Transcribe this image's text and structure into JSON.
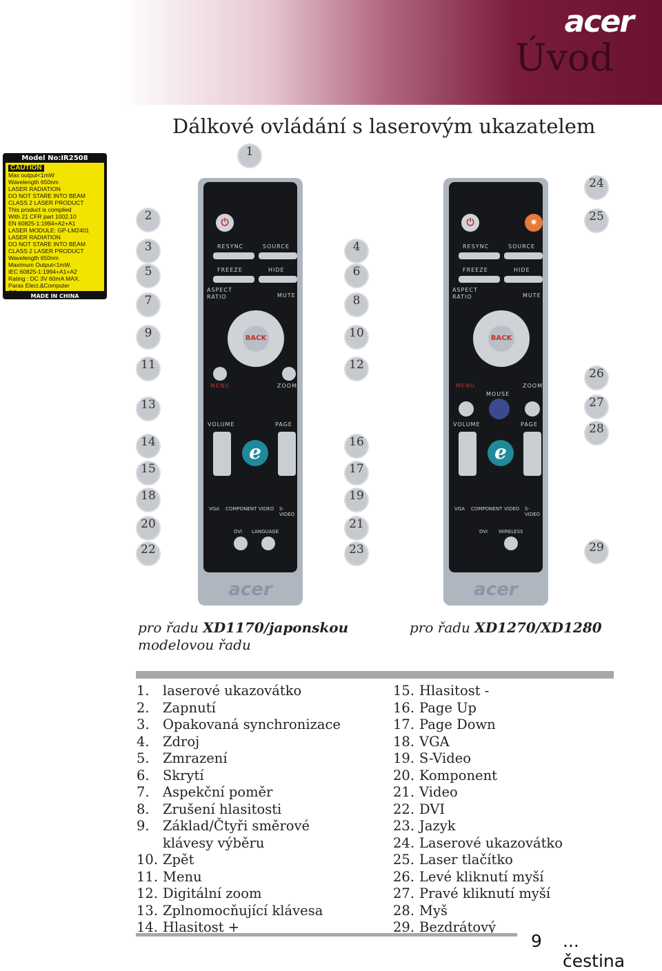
{
  "header": {
    "brand": "acer",
    "section": "Úvod"
  },
  "title": "Dálkové ovládání s laserovým ukazatelem",
  "label": {
    "model": "Model No:IR2508",
    "caution": "CAUTION",
    "lines": [
      "Max output<1mW",
      "Wavelength 650nm",
      "LASER RADIATION",
      "DO NOT STARE INTO BEAM",
      "CLASS 2 LASER PRODUCT",
      "This product is complied",
      "With 21 CFR part 1002.10",
      "EN 60825-1:1994+A2+A1",
      "LASER MODULE: GP-LM2401",
      "LASER RADIATION",
      "DO NOT STARE INTO BEAM",
      "CLASS 2 LASER PRODUCT",
      "Wavelength 650nm",
      "Maximum Output<1mW.",
      "IEC 60825-1:1994+A1+A2",
      "Rating : DC 3V 60mA MAX.",
      "Parax Elect.&Computer",
      "CO.,Ltd."
    ],
    "made_in": "MADE IN CHINA"
  },
  "remote1": {
    "keys": {
      "resync": "RESYNC",
      "source": "SOURCE",
      "freeze": "FREEZE",
      "hide": "HIDE",
      "aspect": "ASPECT RATIO",
      "mute": "MUTE",
      "back": "BACK",
      "menu": "MENU",
      "zoom": "ZOOM",
      "volume": "VOLUME",
      "page": "PAGE",
      "vga": "VGA",
      "component": "COMPONENT",
      "video": "VIDEO",
      "svideo": "S-VIDEO",
      "dvi": "DVI",
      "language": "LANGUAGE"
    },
    "brand": "acer"
  },
  "remote2": {
    "keys": {
      "resync": "RESYNC",
      "source": "SOURCE",
      "freeze": "FREEZE",
      "hide": "HIDE",
      "aspect": "ASPECT RATIO",
      "mute": "MUTE",
      "back": "BACK",
      "menu": "MENU",
      "zoom": "ZOOM",
      "mouse": "MOUSE",
      "volume": "VOLUME",
      "page": "PAGE",
      "vga": "VGA",
      "component": "COMPONENT",
      "video": "VIDEO",
      "svideo": "S-VIDEO",
      "dvi": "DVI",
      "wireless": "WIRELESS"
    },
    "brand": "acer"
  },
  "callouts": {
    "n1": "1",
    "n2": "2",
    "n3": "3",
    "n4": "4",
    "n5": "5",
    "n6": "6",
    "n7": "7",
    "n8": "8",
    "n9": "9",
    "n10": "10",
    "n11": "11",
    "n12": "12",
    "n13": "13",
    "n14": "14",
    "n15": "15",
    "n16": "16",
    "n17": "17",
    "n18": "18",
    "n19": "19",
    "n20": "20",
    "n21": "21",
    "n22": "22",
    "n23": "23",
    "n24": "24",
    "n25": "25",
    "n26": "26",
    "n27": "27",
    "n28": "28",
    "n29": "29"
  },
  "captions": {
    "left_prefix": "pro řadu ",
    "left_model": "XD1170/japonskou",
    "left_line2": "modelovou řadu",
    "right_prefix": "pro řadu ",
    "right_model": "XD1270/XD1280"
  },
  "list_left": [
    {
      "n": "1.",
      "t": "laserové ukazovátko"
    },
    {
      "n": "2.",
      "t": "Zapnutí"
    },
    {
      "n": "3.",
      "t": "Opakovaná synchronizace"
    },
    {
      "n": "4.",
      "t": "Zdroj"
    },
    {
      "n": "5.",
      "t": "Zmrazení"
    },
    {
      "n": "6.",
      "t": "Skrytí"
    },
    {
      "n": "7.",
      "t": "Aspekční poměr"
    },
    {
      "n": "8.",
      "t": "Zrušení hlasitosti"
    },
    {
      "n": "9.",
      "t": "Základ/Čtyři směrové"
    },
    {
      "n": "",
      "t": "klávesy výběru"
    },
    {
      "n": "10.",
      "t": "Zpět"
    },
    {
      "n": "11.",
      "t": "Menu"
    },
    {
      "n": "12.",
      "t": "Digitální zoom"
    },
    {
      "n": "13.",
      "t": "Zplnomocňující klávesa"
    },
    {
      "n": "14.",
      "t": "Hlasitost +"
    }
  ],
  "list_right": [
    {
      "n": "15.",
      "t": "Hlasitost -"
    },
    {
      "n": "16.",
      "t": "Page Up"
    },
    {
      "n": "17.",
      "t": "Page Down"
    },
    {
      "n": "18.",
      "t": "VGA"
    },
    {
      "n": "19.",
      "t": "S-Video"
    },
    {
      "n": "20.",
      "t": "Komponent"
    },
    {
      "n": "21.",
      "t": "Video"
    },
    {
      "n": "22.",
      "t": "DVI"
    },
    {
      "n": "23.",
      "t": "Jazyk"
    },
    {
      "n": "24.",
      "t": "Laserové ukazovátko"
    },
    {
      "n": "25.",
      "t": "Laser tlačítko"
    },
    {
      "n": "26.",
      "t": "Levé kliknutí myší"
    },
    {
      "n": "27.",
      "t": "Pravé kliknutí myší"
    },
    {
      "n": "28.",
      "t": "Myš"
    },
    {
      "n": "29.",
      "t": "Bezdrátový"
    }
  ],
  "footer": {
    "page": "9",
    "lang": "... čestina"
  }
}
